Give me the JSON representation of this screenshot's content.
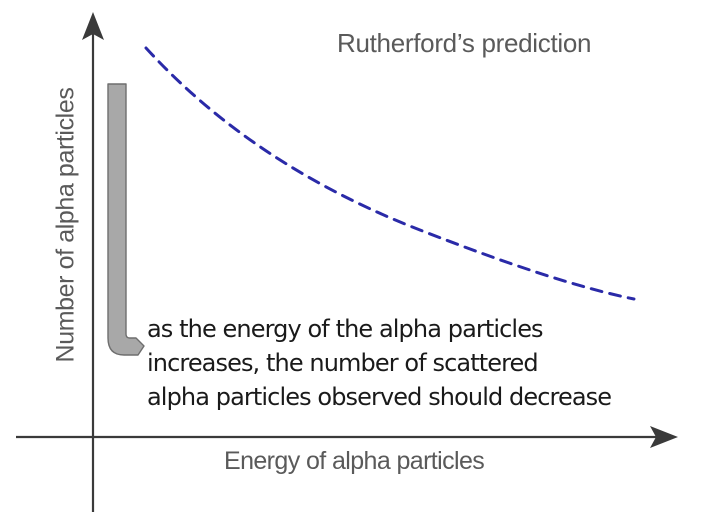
{
  "diagram": {
    "title": "Rutherford’s prediction",
    "x_axis_label": "Energy of alpha particles",
    "y_axis_label": "Number of alpha particles",
    "annotation_lines": [
      "as the energy of the alpha particles",
      "increases, the number of scattered",
      "alpha particles observed should decrease"
    ],
    "colors": {
      "axis": "#3a3a3a",
      "curve": "#2a2aa8",
      "callout_fill": "#a8a8a8",
      "callout_stroke": "#6e6e6e",
      "label_text": "#5a5a5a",
      "annotation_text": "#1a1a1a"
    },
    "curve": {
      "style": "dashed",
      "trend": "decreasing",
      "points": [
        [
          146,
          48
        ],
        [
          260,
          150
        ],
        [
          400,
          222
        ],
        [
          520,
          268
        ],
        [
          634,
          299
        ]
      ]
    }
  }
}
